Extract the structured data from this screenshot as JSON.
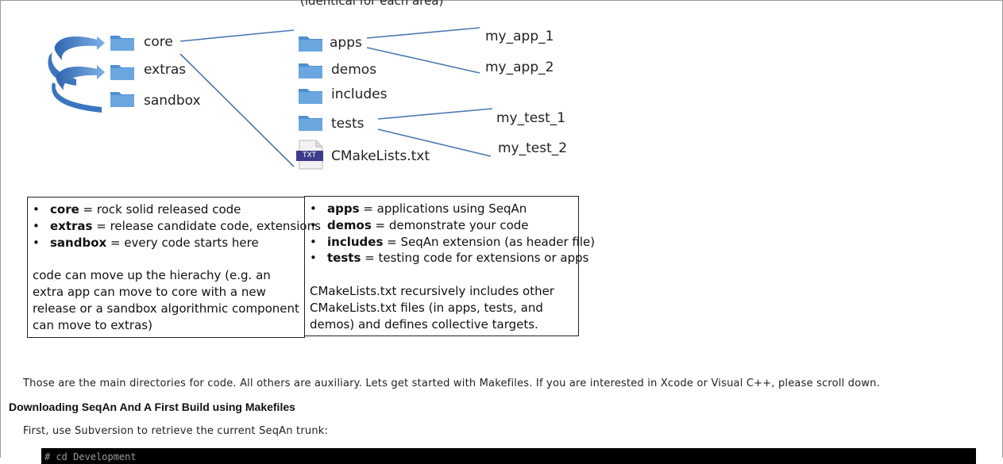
{
  "diagram": {
    "caption": "(identical for each area)",
    "areas": [
      "core",
      "extras",
      "sandbox"
    ],
    "subfolders": [
      "apps",
      "demos",
      "includes",
      "tests"
    ],
    "file": {
      "icon_text": "TXT",
      "name": "CMakeLists.txt"
    },
    "apps_examples": [
      "my_app_1",
      "my_app_2"
    ],
    "test_examples": [
      "my_test_1",
      "my_test_2"
    ]
  },
  "left_box": {
    "items": [
      {
        "term": "core",
        "desc": " = rock solid released code"
      },
      {
        "term": "extras",
        "desc": " = release candidate code, extensions"
      },
      {
        "term": "sandbox",
        "desc": " = every code starts here"
      }
    ],
    "note": "code can move up the hierachy (e.g. an extra app can move to core with a new release or a sandbox algorithmic component can move to extras)"
  },
  "right_box": {
    "items": [
      {
        "term": "apps",
        "desc": " = applications using SeqAn"
      },
      {
        "term": "demos",
        "desc": " = demonstrate your code"
      },
      {
        "term": "includes",
        "desc": " = SeqAn extension (as header file)"
      },
      {
        "term": "tests",
        "desc": " = testing code for extensions or apps"
      }
    ],
    "note": "CMakeLists.txt recursively includes other CMakeLists.txt files (in apps, tests, and demos) and defines collective targets."
  },
  "body": {
    "intro": "Those are the main directories for code. All others are auxiliary. Lets get started with Makefiles. If you are interested in Xcode or Visual C++, please scroll down.",
    "section_heading": "Downloading SeqAn And A First Build using Makefiles",
    "instruction": "First, use Subversion to retrieve the current SeqAn trunk:",
    "code_line": "# cd Development"
  },
  "colors": {
    "folder": "#5b9bd5",
    "connector": "#4a78b0",
    "arrow": "#4f86c6",
    "code_bg": "#000000"
  }
}
